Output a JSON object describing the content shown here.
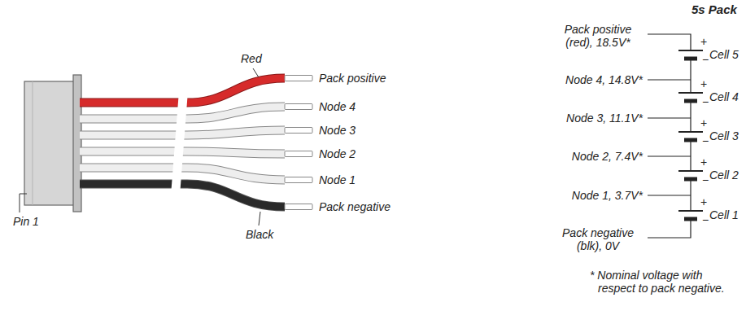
{
  "diagram": {
    "labels": [
      "Red",
      "Pack positive",
      "Node 4",
      "Node 3",
      "Node 2",
      "Node 1",
      "Pack negative",
      "Black",
      "Pin 1",
      "5s Pack",
      "Pack positive (red), 18.5V*",
      "Node 4, 14.8V*",
      "Node 3, 11.1V*",
      "Node 2, 7.4V*",
      "Node 1, 3.7V*",
      "Pack negative (blk), 0V",
      "Cell 5",
      "Cell 4",
      "Cell 3",
      "Cell 2",
      "Cell 1",
      "+",
      "−",
      "+",
      "−",
      "+",
      "−",
      "+",
      "−",
      "+",
      "−",
      "* Nominal voltage with respect to pack negative."
    ]
  }
}
